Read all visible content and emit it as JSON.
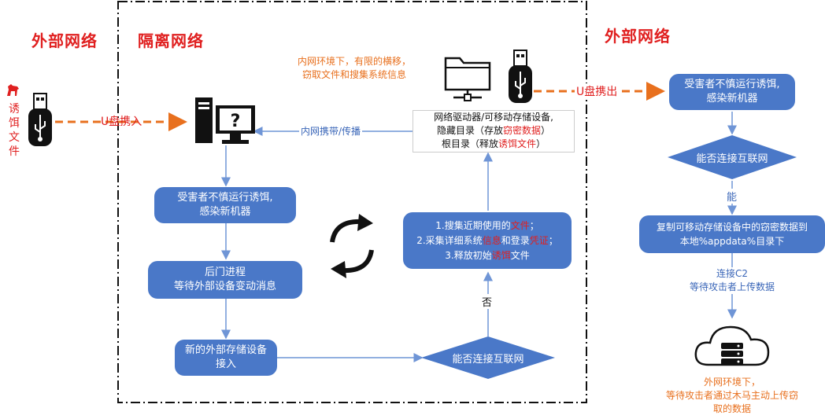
{
  "zones": {
    "external_left": "外部网络",
    "isolated": "隔离网络",
    "external_right": "外部网络"
  },
  "left": {
    "bait_file_label": "诱\n饵\n文\n件",
    "usb_insert_label": "U盘携入"
  },
  "isolated": {
    "intranet_note": "内网环境下，有限的横移，\n窃取文件和搜集系统信息",
    "carry_spread_label": "内网携带/传播",
    "storage_box": {
      "line1": "网络驱动器/可移动存储设备,",
      "line2_prefix": "隐藏目录（存放",
      "line2_red": "窃密数据",
      "line2_suffix": "）",
      "line3_prefix": "根目录（释放",
      "line3_red": "诱饵文件",
      "line3_suffix": "）"
    },
    "victim_box": "受害者不慎运行诱饵,\n感染新机器",
    "backdoor_box": "后门进程\n等待外部设备变动消息",
    "new_device_box": "新的外部存储设备\n接入",
    "decision": "能否连接互联网",
    "no_label": "否",
    "collect_box": {
      "l1_prefix": "1.搜集近期使用的",
      "l1_red": "文件",
      "l1_suffix": "；",
      "l2_prefix": "2.采集详细系统",
      "l2_red": "信息",
      "l2_mid": "和登录",
      "l2_red2": "凭证",
      "l2_suffix": "；",
      "l3_prefix": "3.释放初始",
      "l3_red": "诱饵",
      "l3_suffix": "文件"
    }
  },
  "right": {
    "usb_out_label": "U盘携出",
    "victim_box": "受害者不慎运行诱饵,\n感染新机器",
    "decision": "能否连接互联网",
    "yes_label": "能",
    "copy_box": "复制可移动存储设备中的窃密数据到\n本地%appdata%目录下",
    "c2_label": "连接C2\n等待攻击者上传数据",
    "cloud_note": "外网环境下，\n等待攻击者通过木马主动上传窃\n取的数据"
  },
  "colors": {
    "accent_blue": "#4a78c8",
    "arrow_blue": "#6f95d6",
    "orange": "#e8701e",
    "red": "#e02020"
  },
  "icons": [
    "usb-drive-icon",
    "computer-question-icon",
    "folder-network-icon",
    "cycle-arrows-icon",
    "cloud-server-icon",
    "horse-icon"
  ]
}
